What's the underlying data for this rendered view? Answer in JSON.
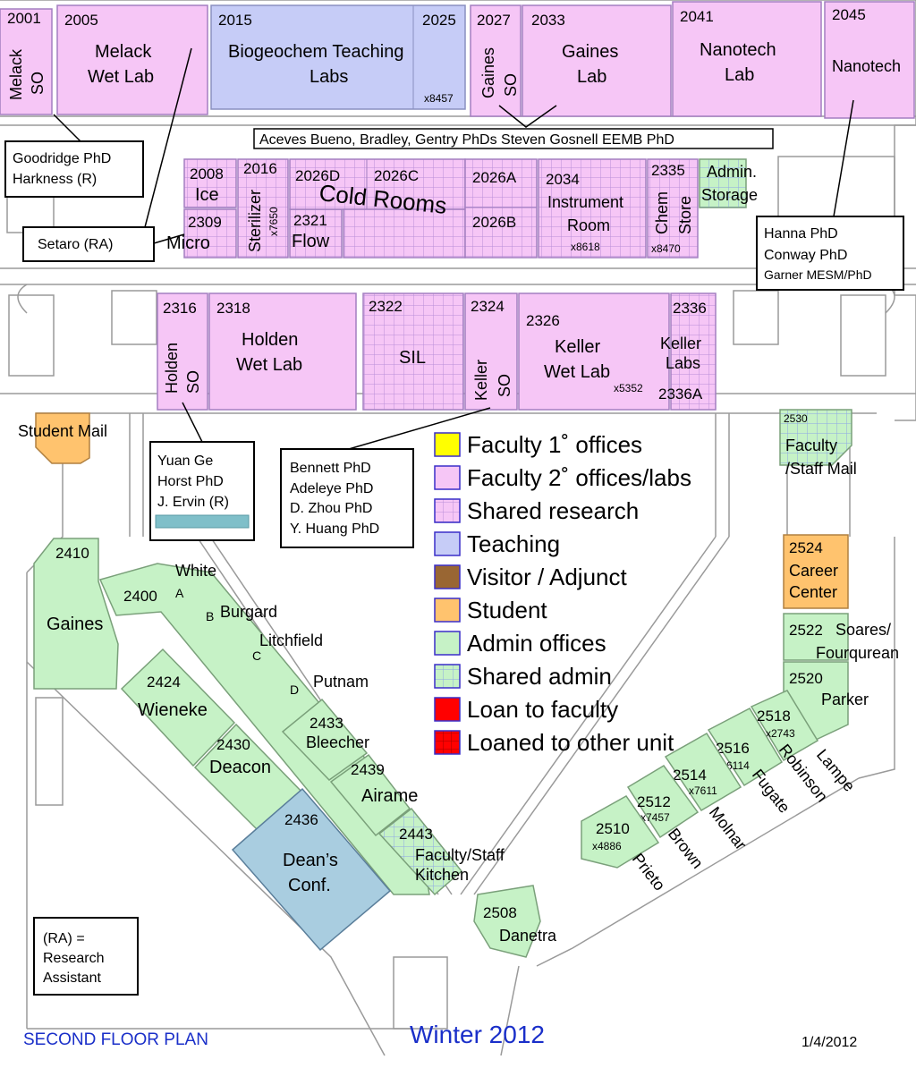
{
  "colors": {
    "faculty1": "#ffff00",
    "faculty2": "#f6c6f6",
    "shared_research": "#f6c6f6",
    "teaching": "#c6ccf7",
    "visitor": "#996633",
    "student": "#ffc36e",
    "admin": "#c6f2c6",
    "loan": "#ff0000",
    "deans_conf": "#a9cde0",
    "footer_blue": "#1a2fc9"
  },
  "rooms": {
    "r2001": {
      "num": "2001",
      "l1": "Melack",
      "l2": "SO"
    },
    "r2005": {
      "num": "2005",
      "l1": "Melack",
      "l2": "Wet Lab"
    },
    "r2015": {
      "num": "2015",
      "l1": "Biogeochem Teaching",
      "l2": "Labs"
    },
    "r2025": {
      "num": "2025",
      "ext": "x8457"
    },
    "r2027": {
      "num": "2027",
      "l1": "Gaines",
      "l2": "SO"
    },
    "r2033": {
      "num": "2033",
      "l1": "Gaines",
      "l2": "Lab"
    },
    "r2041": {
      "num": "2041",
      "l1": "Nanotech",
      "l2": "Lab"
    },
    "r2045": {
      "num": "2045",
      "l1": "Nanotech"
    },
    "r2008": {
      "num": "2008",
      "l1": "Ice"
    },
    "r2016": {
      "num": "2016",
      "l1": "Sterilizer",
      "ext": "x7650"
    },
    "r2309": {
      "num": "2309",
      "l1": "Micro"
    },
    "r2321": {
      "num": "2321",
      "l1": "Flow"
    },
    "r2026d": {
      "num": "2026D"
    },
    "r2026c": {
      "num": "2026C"
    },
    "cold_rooms": "Cold Rooms",
    "r2026a": {
      "num": "2026A"
    },
    "r2026b": {
      "num": "2026B"
    },
    "r2034": {
      "num": "2034",
      "l1": "Instrument",
      "l2": "Room",
      "ext": "x8618"
    },
    "r2335": {
      "num": "2335",
      "l1": "Chem",
      "l2": "Store",
      "ext": "x8470"
    },
    "admin_storage": {
      "l1": "Admin.",
      "l2": "Storage"
    },
    "r2316": {
      "num": "2316",
      "l1": "Holden",
      "l2": "SO"
    },
    "r2318": {
      "num": "2318",
      "l1": "Holden",
      "l2": "Wet Lab"
    },
    "r2322": {
      "num": "2322",
      "l1": "SIL"
    },
    "r2324": {
      "num": "2324",
      "l1": "Keller",
      "l2": "SO"
    },
    "r2326": {
      "num": "2326",
      "l1": "Keller",
      "l2": "Wet Lab",
      "ext": "x5352"
    },
    "r2336": {
      "num": "2336",
      "l1": "Keller",
      "l2": "Labs",
      "num2": "2336A"
    },
    "student_mail": "Student Mail",
    "r2530": {
      "num": "2530",
      "l1": "Faculty",
      "l2": "/Staff Mail"
    },
    "r2524": {
      "num": "2524",
      "l1": "Career",
      "l2": "Center"
    },
    "r2522": {
      "num": "2522",
      "l1": "Soares/",
      "l2": "Fourqurean"
    },
    "r2520": {
      "num": "2520",
      "l1": "Parker"
    },
    "r2518": {
      "num": "2518",
      "ext": "x2743",
      "l1": "Lampe"
    },
    "r2516": {
      "num": "2516",
      "ext": "x6114",
      "l1": "Robinson"
    },
    "r2514": {
      "num": "2514",
      "ext": "x7611",
      "l1": "Fugate"
    },
    "r2512": {
      "num": "2512",
      "ext": "x7457",
      "l1": "Molnar"
    },
    "r2510": {
      "num": "2510",
      "ext": "x4886",
      "l1": "Brown",
      "l2": "Prieto"
    },
    "r2508": {
      "num": "2508",
      "l1": "Danetra"
    },
    "r2410": {
      "num": "2410",
      "l1": "Gaines"
    },
    "r2400": {
      "num": "2400",
      "a": "A",
      "b": "B",
      "c": "C",
      "d": "D",
      "white": "White",
      "burgard": "Burgard",
      "litchfield": "Litchfield",
      "putnam": "Putnam"
    },
    "r2424": {
      "num": "2424",
      "l1": "Wieneke"
    },
    "r2430": {
      "num": "2430",
      "l1": "Deacon"
    },
    "r2433": {
      "num": "2433",
      "l1": "Bleecher"
    },
    "r2439": {
      "num": "2439",
      "l1": "Airame"
    },
    "r2436": {
      "num": "2436",
      "l1": "Dean’s",
      "l2": "Conf."
    },
    "r2443": {
      "num": "2443",
      "l1": "Faculty/Staff",
      "l2": "Kitchen"
    }
  },
  "notes": {
    "top_banner": "Aceves Bueno, Bradley, Gentry PhDs Steven Gosnell EEMB PhD",
    "goodridge": [
      "Goodridge PhD",
      "Harkness (R)"
    ],
    "setaro": "Setaro (RA)",
    "hanna": [
      "Hanna PhD",
      "Conway  PhD",
      "Garner MESM/PhD"
    ],
    "yuan": [
      "Yuan Ge",
      "Horst PhD",
      "J. Ervin (R)"
    ],
    "bennett": [
      "Bennett PhD",
      "Adeleye PhD",
      "D. Zhou PhD",
      "Y. Huang PhD"
    ],
    "ra_def": [
      "(RA) =",
      "Research",
      "Assistant"
    ]
  },
  "legend": [
    {
      "label": "Faculty 1˚ offices",
      "color": "#ffff00",
      "pattern": "solid"
    },
    {
      "label": "Faculty 2˚ offices/labs",
      "color": "#f6c6f6",
      "pattern": "solid"
    },
    {
      "label": "Shared research",
      "color": "#f6c6f6",
      "pattern": "grid"
    },
    {
      "label": "Teaching",
      "color": "#c6ccf7",
      "pattern": "solid"
    },
    {
      "label": "Visitor / Adjunct",
      "color": "#996633",
      "pattern": "solid"
    },
    {
      "label": "Student",
      "color": "#ffc36e",
      "pattern": "solid"
    },
    {
      "label": "Admin offices",
      "color": "#c6f2c6",
      "pattern": "solid"
    },
    {
      "label": "Shared admin",
      "color": "#c6f2c6",
      "pattern": "grid"
    },
    {
      "label": "Loan to faculty",
      "color": "#ff0000",
      "pattern": "solid"
    },
    {
      "label": "Loaned to other unit",
      "color": "#ff0000",
      "pattern": "grid"
    }
  ],
  "footer": {
    "title": "SECOND FLOOR PLAN",
    "season": "Winter 2012",
    "date": "1/4/2012"
  }
}
